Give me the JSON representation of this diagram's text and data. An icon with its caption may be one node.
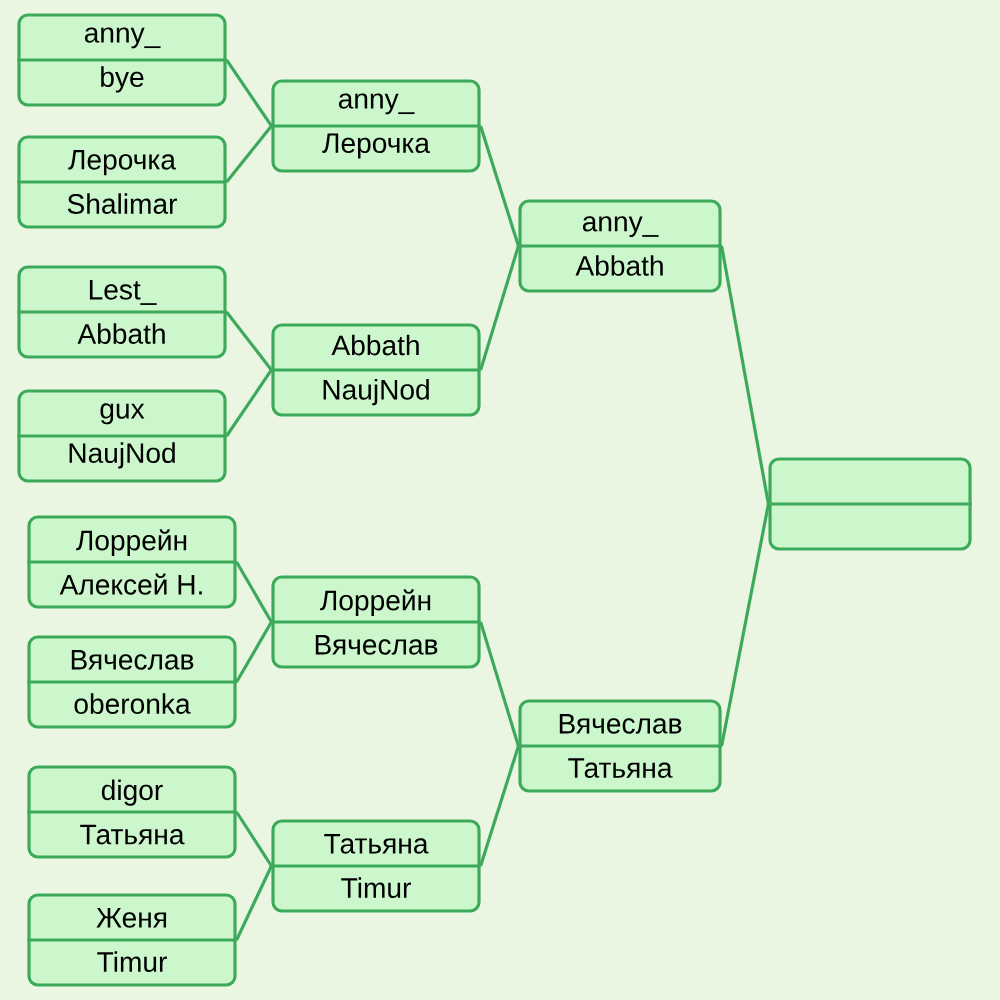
{
  "diagram": {
    "nodes": [
      {
        "text": [
          "anny_",
          "bye"
        ]
      },
      {
        "text": [
          "Лерочка",
          "Shalimar"
        ]
      },
      {
        "text": [
          "Lest_",
          "Abbath"
        ]
      },
      {
        "text": [
          "gux",
          "NaujNod"
        ]
      },
      {
        "text": [
          "Лоррейн",
          "Алексей Н."
        ]
      },
      {
        "text": [
          "Вячеслав",
          "oberonka"
        ]
      },
      {
        "text": [
          "digor",
          "Татьяна"
        ]
      },
      {
        "text": [
          "Женя",
          "Timur"
        ]
      },
      {
        "text": [
          "anny_",
          "Лерочка"
        ]
      },
      {
        "text": [
          "Abbath",
          "NaujNod"
        ]
      },
      {
        "text": [
          "Лоррейн",
          "Вячеслав"
        ]
      },
      {
        "text": [
          "Татьяна",
          "Timur"
        ]
      },
      {
        "text": [
          "anny_",
          "Abbath"
        ]
      },
      {
        "text": [
          "Вячеслав",
          "Татьяна"
        ]
      },
      {
        "text": [],
        "shape": "box"
      }
    ],
    "edges": [
      {
        "from": 0,
        "to": 8,
        "arrow": "none"
      },
      {
        "from": 1,
        "to": 8,
        "arrow": "none"
      },
      {
        "from": 2,
        "to": 9,
        "arrow": "none"
      },
      {
        "from": 3,
        "to": 9,
        "arrow": "none"
      },
      {
        "from": 4,
        "to": 10,
        "arrow": "none"
      },
      {
        "from": 5,
        "to": 10,
        "arrow": "none"
      },
      {
        "from": 6,
        "to": 11,
        "arrow": "none"
      },
      {
        "from": 7,
        "to": 11,
        "arrow": "none"
      },
      {
        "from": 8,
        "to": 12,
        "arrow": "none"
      },
      {
        "from": 9,
        "to": 12,
        "arrow": "none"
      },
      {
        "from": 10,
        "to": 13,
        "arrow": "none"
      },
      {
        "from": 11,
        "to": 13,
        "arrow": "none"
      },
      {
        "from": 12,
        "to": 14,
        "arrow": "none"
      },
      {
        "from": 13,
        "to": 14,
        "arrow": "none"
      }
    ]
  }
}
